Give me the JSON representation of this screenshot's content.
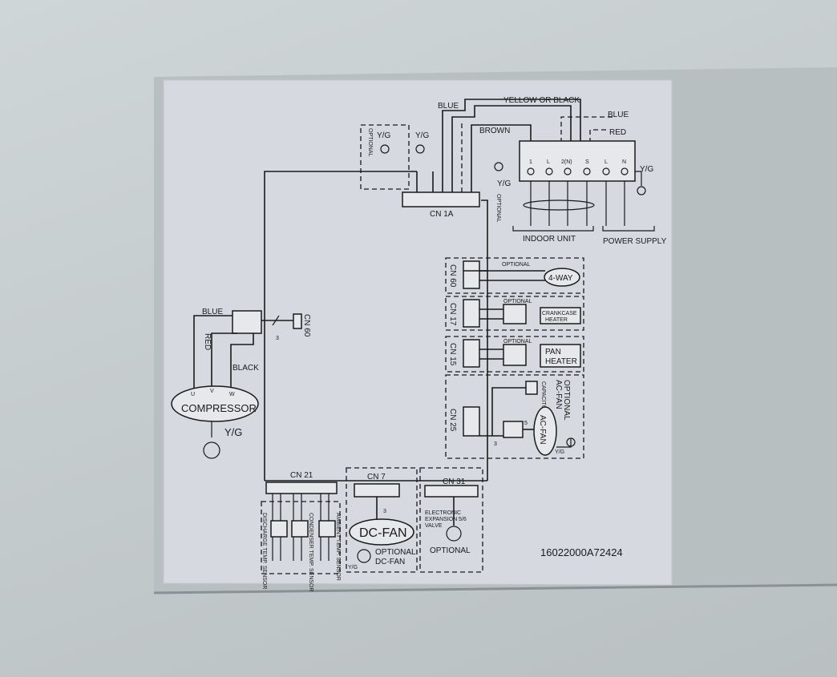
{
  "labels": {
    "yellow_or_black": "YELLOW OR BLACK",
    "blue_top": "BLUE",
    "blue_right": "BLUE",
    "red_right": "RED",
    "brown": "BROWN",
    "yg_left_box": "Y/G",
    "yg_mid": "Y/G",
    "yg_terminal": "Y/G",
    "yg_power": "Y/G",
    "optional_vertical_left": "OPTIONAL",
    "optional_vertical_right": "OPTIONAL",
    "cn1a": "CN 1A",
    "indoor_unit": "INDOOR UNIT",
    "power_supply": "POWER SUPPLY",
    "terminals": [
      "1",
      "L",
      "2(N)",
      "S",
      "L",
      "N"
    ],
    "cn60_row": "CN 60",
    "cn60_left": "CN 60",
    "cn17": "CN 17",
    "cn15": "CN 15",
    "cn25": "CN 25",
    "optional_4way": "OPTIONAL",
    "four_way": "4-WAY",
    "optional_crank": "OPTIONAL",
    "crankcase_line1": "CRANKCASE",
    "crankcase_line2": "HEATER",
    "optional_pan": "OPTIONAL",
    "pan_line1": "PAN",
    "pan_line2": "HEATER",
    "optional_acfan_1": "OPTIONAL",
    "optional_acfan_2": "AC-FAN",
    "capacitor": "CAPACITOR",
    "ac_fan": "AC-FAN",
    "yg_acfan": "Y/G",
    "num_3_cn25": "3",
    "num_5_acfan": "5",
    "num_3_cn60": "3",
    "comp_blue": "BLUE",
    "comp_red": "RED",
    "comp_black": "BLACK",
    "comp_u": "U",
    "comp_v": "V",
    "comp_w": "W",
    "compressor": "COMPRESSOR",
    "yg_comp": "Y/G",
    "cn21": "CN 21",
    "cn7": "CN 7",
    "cn31": "CN 31",
    "num_3_cn7": "3",
    "num_56_cn31": "5/6",
    "dc_fan": "DC-FAN",
    "optional_dcfan_1": "OPTIONAL",
    "optional_dcfan_2": "DC-FAN",
    "yg_dcfan": "Y/G",
    "eev_1": "ELECTRONIC",
    "eev_2": "EXPANSION",
    "eev_3": "VALVE",
    "optional_eev": "OPTIONAL",
    "sensor_discharge": "DISCHARGE TEMP. SENSOR",
    "sensor_condenser": "CONDENSER TEMP. SENSOR",
    "sensor_ambient": "AMBIENT TEMP. SENSOR",
    "part_number": "16022000A72424"
  },
  "colors": {
    "label_bg": "#d6d9df",
    "ink": "#1a1a1a",
    "panel": "#b4bcbf"
  }
}
